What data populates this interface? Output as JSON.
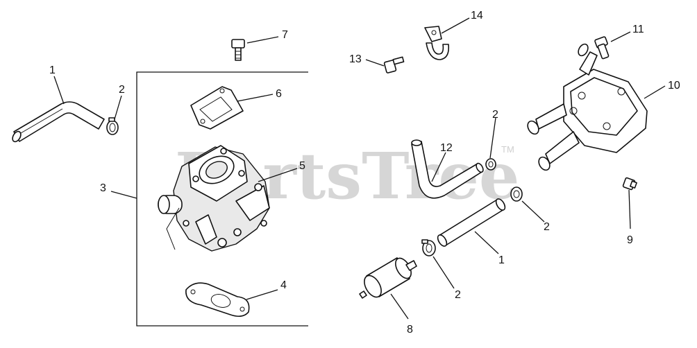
{
  "watermark": {
    "text": "PartsTree",
    "tm": "TM"
  },
  "callouts": {
    "c1_left": "1",
    "c2_left": "2",
    "c3": "3",
    "c4": "4",
    "c5": "5",
    "c6": "6",
    "c7": "7",
    "c13": "13",
    "c14": "14",
    "c2_mid": "2",
    "c12": "12",
    "c11": "11",
    "c10": "10",
    "c2_right": "2",
    "c1_right": "1",
    "c2_low": "2",
    "c8": "8",
    "c9": "9"
  }
}
